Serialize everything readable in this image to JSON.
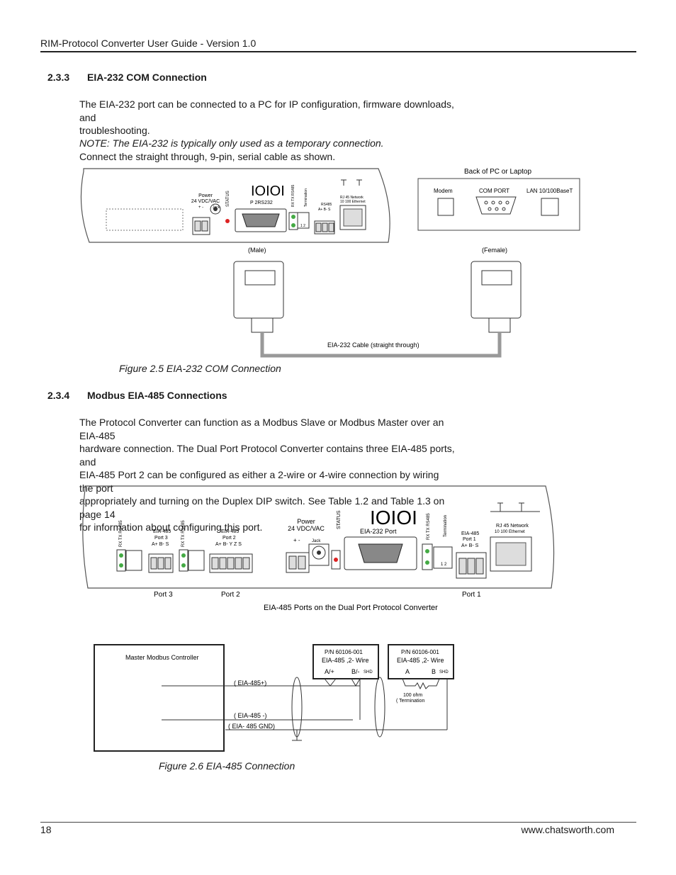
{
  "header": {
    "title": "RIM-Protocol Converter User Guide - Version 1.0"
  },
  "section_233": {
    "number": "2.3.3",
    "title": "EIA-232 COM Connection",
    "para_line1": "The EIA-232 port can be connected to a PC for IP configuration, firmware downloads, and",
    "para_line2": "troubleshooting.",
    "note": "NOTE: The EIA-232 is typically only used as a temporary connection.",
    "instruction": "Connect the straight through, 9-pin, serial cable as shown."
  },
  "figure_25": {
    "device": {
      "power_label": "Power",
      "power_voltage": "24 VDC/VAC",
      "power_pins": "+  -",
      "jack": "Jack",
      "status": "STATUS",
      "logo": "IOIOI",
      "port_label": "P 2RS232",
      "rxtx": "RX TX RS485",
      "termination": "Termination",
      "rs485": "RS485",
      "rs485_pins": "A+ B- S",
      "dip_labels": "1 2",
      "network": "RJ 45 Network",
      "ethernet": "10  100 Ethernet"
    },
    "pc": {
      "title": "Back of PC or Laptop",
      "modem": "Modem",
      "com_port": "COM PORT",
      "lan": "LAN 10/100BaseT"
    },
    "male": "(Male)",
    "female": "(Female)",
    "cable": "EIA-232 Cable (straight through)",
    "caption": "Figure 2.5 EIA-232 COM Connection"
  },
  "section_234": {
    "number": "2.3.4",
    "title": "Modbus EIA-485 Connections",
    "lines": [
      "The Protocol Converter can function as a Modbus Slave or Modbus Master over an EIA-485",
      "hardware connection. The Dual Port Protocol Converter contains three EIA-485 ports, and",
      "EIA-485 Port 2 can be configured as either a 2-wire or 4-wire connection by wiring the port",
      "appropriately and turning on the Duplex DIP switch. See Table 1.2 and Table 1.3 on page 14",
      "for information about configuring this port."
    ]
  },
  "dual_port": {
    "rxtx": "RX TX RS485",
    "port3_label": "EIA-485",
    "port3_num": "Port 3",
    "port3_pins": "A+ B- S",
    "port2_label": "EIA-485",
    "port2_num": "Port 2",
    "port2_pins": "A+ B- Y Z S",
    "power_label": "Power",
    "power_voltage": "24 VDC/VAC",
    "power_pins": "+  -",
    "jack": "Jack",
    "status": "STATUS",
    "logo": "IOIOI",
    "eia232": "EIA-232 Port",
    "termination": "Termination",
    "port1_label": "EIA-485",
    "port1_num": "Port 1",
    "port1_pins": "A+ B- S",
    "dip_labels": "1 2",
    "network": "RJ 45 Network",
    "ethernet": "10  100 Ethernet",
    "below_port3": "Port 3",
    "below_port2": "Port 2",
    "below_port1": "Port 1",
    "caption": "EIA-485 Ports on the Dual Port Protocol Converter"
  },
  "figure_26": {
    "master": "Master Modbus Controller",
    "eia_plus": "( EIA-485+)",
    "eia_minus": "( EIA-485 -)",
    "eia_gnd": "( EIA- 485 GND)",
    "pn1": "P/N 60106-001",
    "wire1": "EIA-485 ,2- Wire",
    "a1": "A/+",
    "b1": "B/-",
    "shd1": "SHD",
    "pn2": "P/N 60106-001",
    "wire2": "EIA-485 ,2- Wire",
    "a2": "A",
    "b2": "B",
    "shd2": "SHD",
    "ohm": "100 ohm",
    "term": "( Termination",
    "caption": "Figure 2.6 EIA-485 Connection"
  },
  "footer": {
    "page": "18",
    "url": "www.chatsworth.com"
  }
}
